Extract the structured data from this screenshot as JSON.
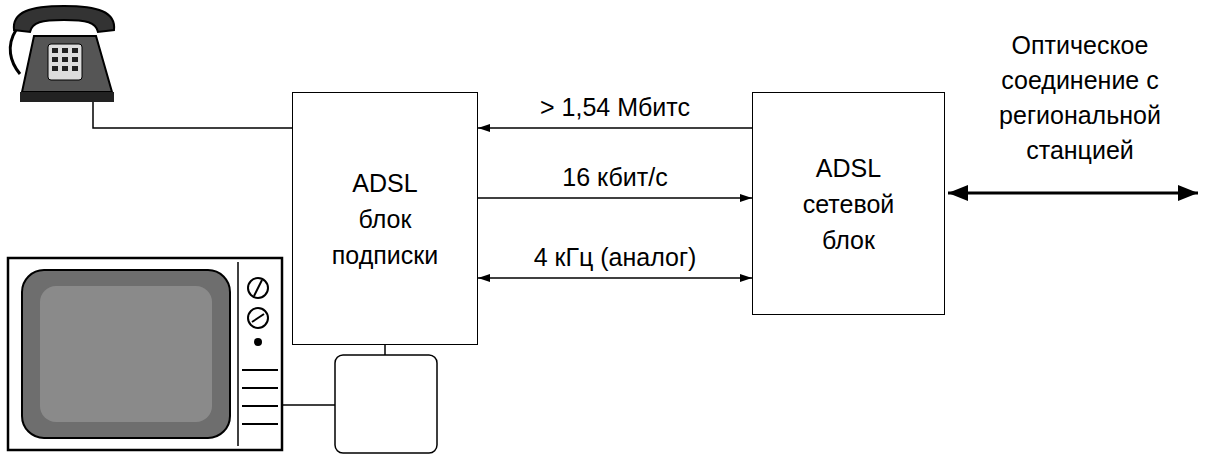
{
  "diagram": {
    "nodes": [
      {
        "text": [
          "ADSL блок подписки"
        ]
      },
      {
        "text": [
          "ADSL сетевой блок"
        ]
      }
    ],
    "edges": [
      {
        "from": 1,
        "to": 0,
        "arrow": "to",
        "label": "> 1,54 Мбитс"
      },
      {
        "from": 0,
        "to": 1,
        "arrow": "to",
        "label": "16 кбит/с"
      },
      {
        "from": 0,
        "to": 1,
        "arrow": "both",
        "label": "4 кГц (аналог)"
      }
    ],
    "labels": [
      "Оптическое соединение с региональной станцией"
    ]
  }
}
